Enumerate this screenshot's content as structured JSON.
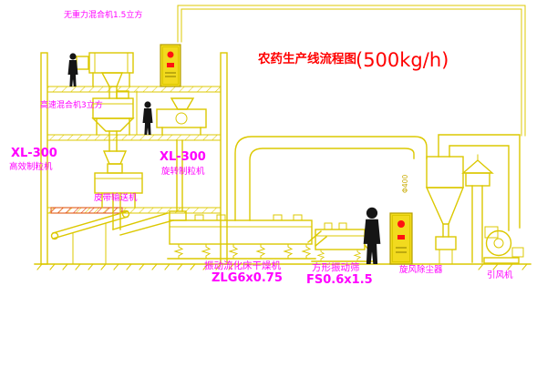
{
  "title": {
    "cn": "农药生产线流程图",
    "rate": "(500kg/h)"
  },
  "labels": {
    "mixer_top": "无重力混合机1.5立方",
    "mixer_high": "高速混合机3立方",
    "gran_left_model": "XL-300",
    "gran_left_name": "高效制粒机",
    "gran_mid_model": "XL-300",
    "gran_mid_name": "旋转制粒机",
    "belt": "皮带输送机",
    "dryer_name": "振动流化床干燥机",
    "dryer_model": "ZLG6x0.75",
    "sieve_name": "方形振动筛",
    "sieve_model": "FS0.6x1.5",
    "cyclone": "旋风除尘器",
    "fan": "引风机",
    "duct_dia": "Φ400"
  },
  "colors": {
    "line": "#dcc800",
    "label": "#ff00ff",
    "title": "#ff0000",
    "red": "#ff1111",
    "figure": "#151515",
    "panel_fill": "#f2da1e",
    "bg": "#ffffff"
  }
}
